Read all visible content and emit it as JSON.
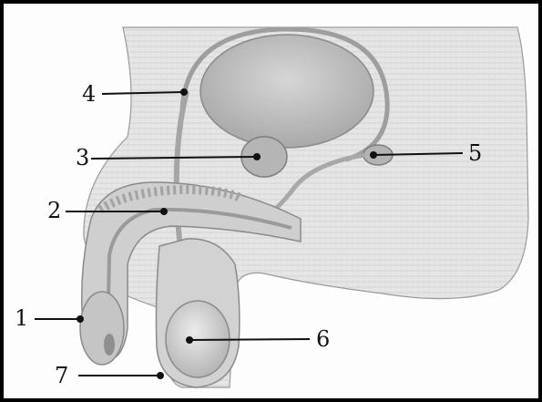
{
  "diagram": {
    "labels": [
      {
        "id": "1",
        "text": "1"
      },
      {
        "id": "2",
        "text": "2"
      },
      {
        "id": "3",
        "text": "3"
      },
      {
        "id": "4",
        "text": "4"
      },
      {
        "id": "5",
        "text": "5"
      },
      {
        "id": "6",
        "text": "6"
      },
      {
        "id": "7",
        "text": "7"
      }
    ],
    "colors": {
      "background": "#e9e9e9",
      "hatch": "#d8d8d8",
      "organ_fill": "#c9c9c9",
      "organ_stroke": "#8a8a8a",
      "line": "#111111"
    }
  }
}
